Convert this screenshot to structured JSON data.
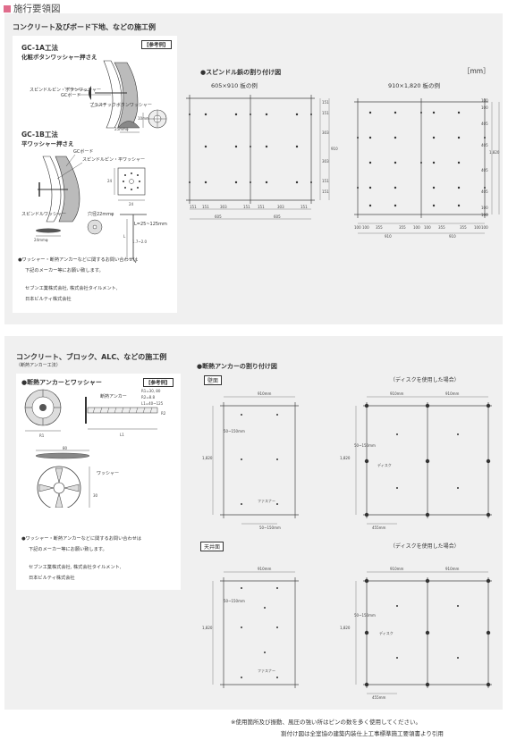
{
  "header": {
    "title": "施行要領図"
  },
  "section1": {
    "title": "コンクリート及びボード下地、などの施工例",
    "gc1a": {
      "title": "GC-1A工法",
      "subtitle": "化粧ボタンワッシャー押さえ",
      "ref": "【参考例】",
      "labels": {
        "pin": "スピンドルピン・ボタンワッシャー",
        "board": "GCボード",
        "washer": "プラスチックボタンワッシャー",
        "dia": "25mmφ",
        "h": "10mm"
      }
    },
    "gc1b": {
      "title": "GC-1B工法",
      "subtitle": "平ワッシャー押さえ",
      "labels": {
        "board": "GCボード",
        "pin": "スピンドルピン・平ワッシャー",
        "w24a": "24",
        "w24b": "24",
        "sw": "スピンドルワッシャー",
        "hole": "穴径22mmφ",
        "L": "L=25~125mm",
        "sw_w": "24mmφ",
        "len": "L",
        "t": "1.7~2.0"
      }
    },
    "notes": [
      "●ワッシャー・断熱アンカーなどに関するお問い合わせは",
      "下記のメーカー等にお願い致します。"
    ],
    "makers": [
      "セブン工業株式会社, 株式会社タイルメント,",
      "日本ビルティ株式会社"
    ],
    "layout": {
      "title": "●スピンドル鋲の割り付け図",
      "unit": "［mm］",
      "left_label": "605×910 板の例",
      "right_label": "910×1,820 板の例",
      "left_dims": {
        "bottom": [
          "151",
          "151",
          "303",
          "151",
          "151",
          "303",
          "151"
        ],
        "totals": [
          "605",
          "605"
        ],
        "side": [
          "151",
          "151",
          "303",
          "303",
          "151",
          "151"
        ],
        "total": "910"
      },
      "right_dims": {
        "bottom": [
          "100",
          "100",
          "355",
          "355",
          "100",
          "100",
          "355",
          "355",
          "100",
          "100"
        ],
        "totals": [
          "910",
          "910"
        ],
        "side": [
          "100",
          "100",
          "405",
          "405",
          "405",
          "405",
          "100",
          "100"
        ],
        "total": "1,820"
      }
    }
  },
  "section2": {
    "title": "コンクリート、ブロック、ALC、などの施工例",
    "subtitle": "（断熱アンカー工法）",
    "anchor": {
      "title": "●断熱アンカーとワッシャー",
      "ref": "【参考例】",
      "specs": [
        "R1=30, 80",
        "R2=8.8",
        "L1=40~125"
      ],
      "labels": {
        "anchor": "断熱アンカー",
        "r1": "R1",
        "l1": "L1",
        "r2": "R2",
        "w80": "80",
        "washer": "ワッシャー",
        "h30": "30"
      }
    },
    "notes": [
      "●ワッシャー・断熱アンカーなどに関するお問い合わせは",
      "下記のメーカー等にお願い致します。"
    ],
    "makers": [
      "セブン工業株式会社, 株式会社タイルメント,",
      "日本ビルティ株式会社"
    ],
    "layout": {
      "title": "●断熱アンカーの割り付け図",
      "wall": "壁面",
      "ceiling": "天井面",
      "disc_note": "（ディスクを使用した場合）",
      "w910": "910mm",
      "h1820": "1,820",
      "edge": "50~150mm",
      "fastener": "ファスナー",
      "disc": "ディスク",
      "w455": "455mm"
    }
  },
  "footer": [
    "※使用箇所及び振動、風圧の強い所はピンの数を多く使用してください。",
    "割付け図は全室協の建築内装仕上工事標準施工要領書より引用"
  ]
}
